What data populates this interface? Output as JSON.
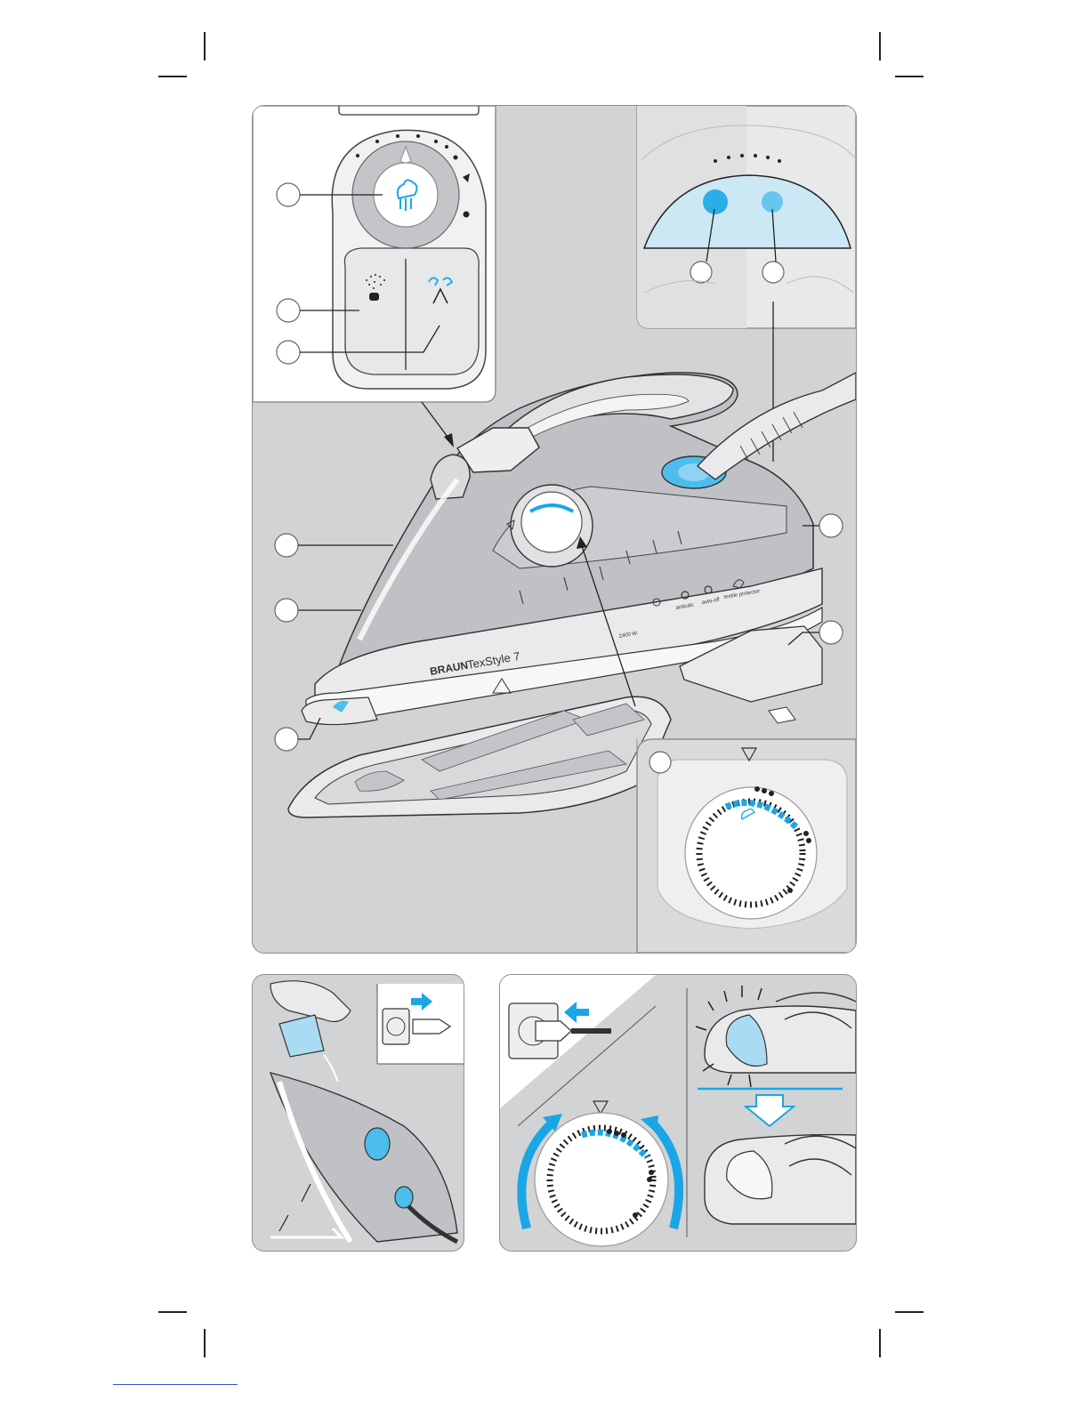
{
  "product": {
    "brand": "BRAUN",
    "model": "TexStyle 7",
    "wattage": "2400 W"
  },
  "features": [
    {
      "label": "anticalc",
      "icon": "anticalc-icon"
    },
    {
      "label": "auto-off",
      "icon": "auto-off-icon"
    },
    {
      "label": "textile protector",
      "icon": "textile-protector-icon"
    }
  ],
  "colors": {
    "accent": "#1aa6e4",
    "panel": "#d2d3d5",
    "line": "#222222"
  },
  "icons": [
    "steam-dial-icon",
    "spray-icon",
    "steam-shot-icon",
    "plug-icon",
    "arrow-icon",
    "hand-icon",
    "socket-icon"
  ]
}
